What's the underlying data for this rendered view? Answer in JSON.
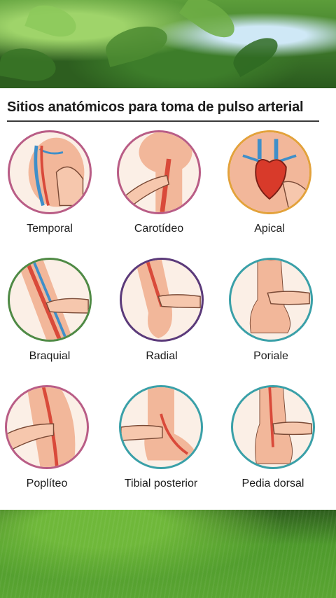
{
  "title": "Sitios anatómicos para toma de pulso arterial",
  "sites": [
    {
      "label": "Temporal",
      "icon": "temporal-pulse-icon",
      "ring": "#b95d86"
    },
    {
      "label": "Carotídeo",
      "icon": "carotid-pulse-icon",
      "ring": "#b95d86"
    },
    {
      "label": "Apical",
      "icon": "apical-pulse-icon",
      "ring": "#e3a23b"
    },
    {
      "label": "Braquial",
      "icon": "brachial-pulse-icon",
      "ring": "#4f8a45"
    },
    {
      "label": "Radial",
      "icon": "radial-pulse-icon",
      "ring": "#5b3a7a"
    },
    {
      "label": "Poriale",
      "icon": "poriale-pulse-icon",
      "ring": "#3aa0a8"
    },
    {
      "label": "Poplíteo",
      "icon": "popliteal-pulse-icon",
      "ring": "#b95d86"
    },
    {
      "label": "Tibial posterior",
      "icon": "tibial-posterior-pulse-icon",
      "ring": "#3aa0a8"
    },
    {
      "label": "Pedia dorsal",
      "icon": "dorsalis-pedis-pulse-icon",
      "ring": "#3aa0a8"
    }
  ]
}
